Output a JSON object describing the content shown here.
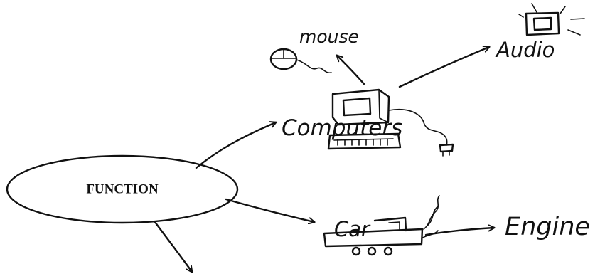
{
  "center": {
    "label": "FUNCTION"
  },
  "nodes": {
    "computers": {
      "label": "Computers",
      "icon": "computer-icon"
    },
    "mouse": {
      "label": "mouse",
      "icon": "mouse-icon"
    },
    "audio": {
      "label": "Audio",
      "icon": "speaker-icon"
    },
    "car": {
      "label": "Car",
      "icon": "car-icon"
    },
    "engine": {
      "label": "Engine"
    }
  },
  "extras": {
    "computer_plug": "plug-icon"
  },
  "colors": {
    "ink": "#111111",
    "paper": "#ffffff"
  }
}
